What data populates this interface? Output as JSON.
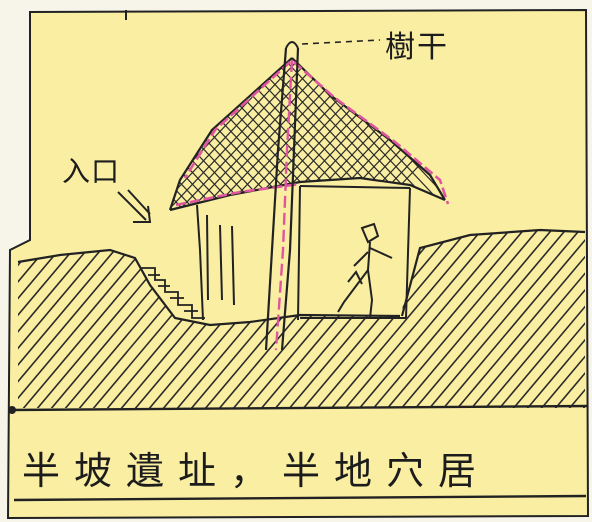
{
  "labels": {
    "trunk": "樹干",
    "entrance": "入口",
    "caption": "半坡遺址，半地穴居"
  },
  "colors": {
    "paper": "#f9eea2",
    "ink": "#1c1c1c",
    "highlight": "#e0569e",
    "background": "#f7f4ea"
  }
}
